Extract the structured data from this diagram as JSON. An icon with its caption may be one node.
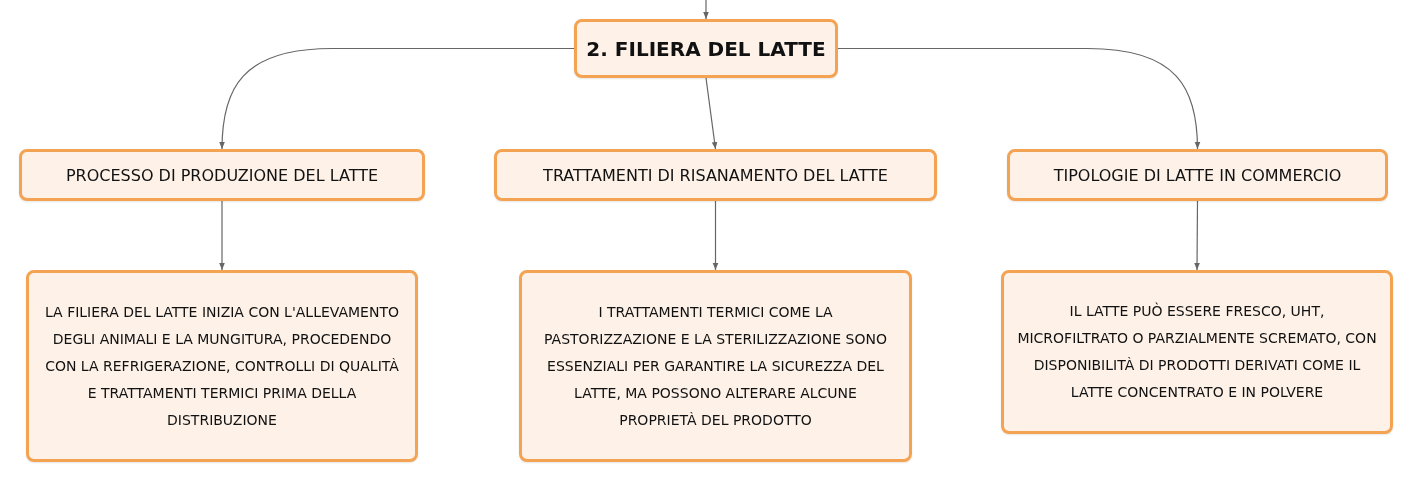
{
  "diagram": {
    "nodes": [
      {
        "text": [
          "2. FILIERA DEL LATTE"
        ]
      },
      {
        "text": [
          "PROCESSO DI PRODUZIONE DEL LATTE"
        ]
      },
      {
        "text": [
          "TRATTAMENTI DI RISANAMENTO DEL LATTE"
        ]
      },
      {
        "text": [
          "TIPOLOGIE DI LATTE IN COMMERCIO"
        ]
      },
      {
        "text": [
          "LA FILIERA DEL LATTE INIZIA CON L'ALLEVAMENTO DEGLI ANIMALI E LA MUNGITURA, PROCEDENDO CON LA REFRIGERAZIONE, CONTROLLI DI QUALITÀ E TRATTAMENTI TERMICI PRIMA DELLA DISTRIBUZIONE"
        ]
      },
      {
        "text": [
          "I TRATTAMENTI TERMICI COME LA PASTORIZZAZIONE E LA STERILIZZAZIONE SONO ESSENZIALI PER GARANTIRE LA SICUREZZA DEL LATTE, MA POSSONO ALTERARE ALCUNE PROPRIETÀ DEL PRODOTTO"
        ]
      },
      {
        "text": [
          "IL LATTE PUÒ ESSERE FRESCO, UHT, MICROFILTRATO O PARZIALMENTE SCREMATO, CON DISPONIBILITÀ DI PRODOTTI DERIVATI COME IL LATTE CONCENTRATO E IN POLVERE"
        ]
      }
    ],
    "edges": [
      {
        "from": null,
        "to": 0,
        "arrow": "to"
      },
      {
        "from": 0,
        "to": 1,
        "arrow": "to"
      },
      {
        "from": 0,
        "to": 2,
        "arrow": "to"
      },
      {
        "from": 0,
        "to": 3,
        "arrow": "to"
      },
      {
        "from": 1,
        "to": 4,
        "arrow": "to"
      },
      {
        "from": 2,
        "to": 5,
        "arrow": "to"
      },
      {
        "from": 3,
        "to": 6,
        "arrow": "to"
      }
    ]
  }
}
